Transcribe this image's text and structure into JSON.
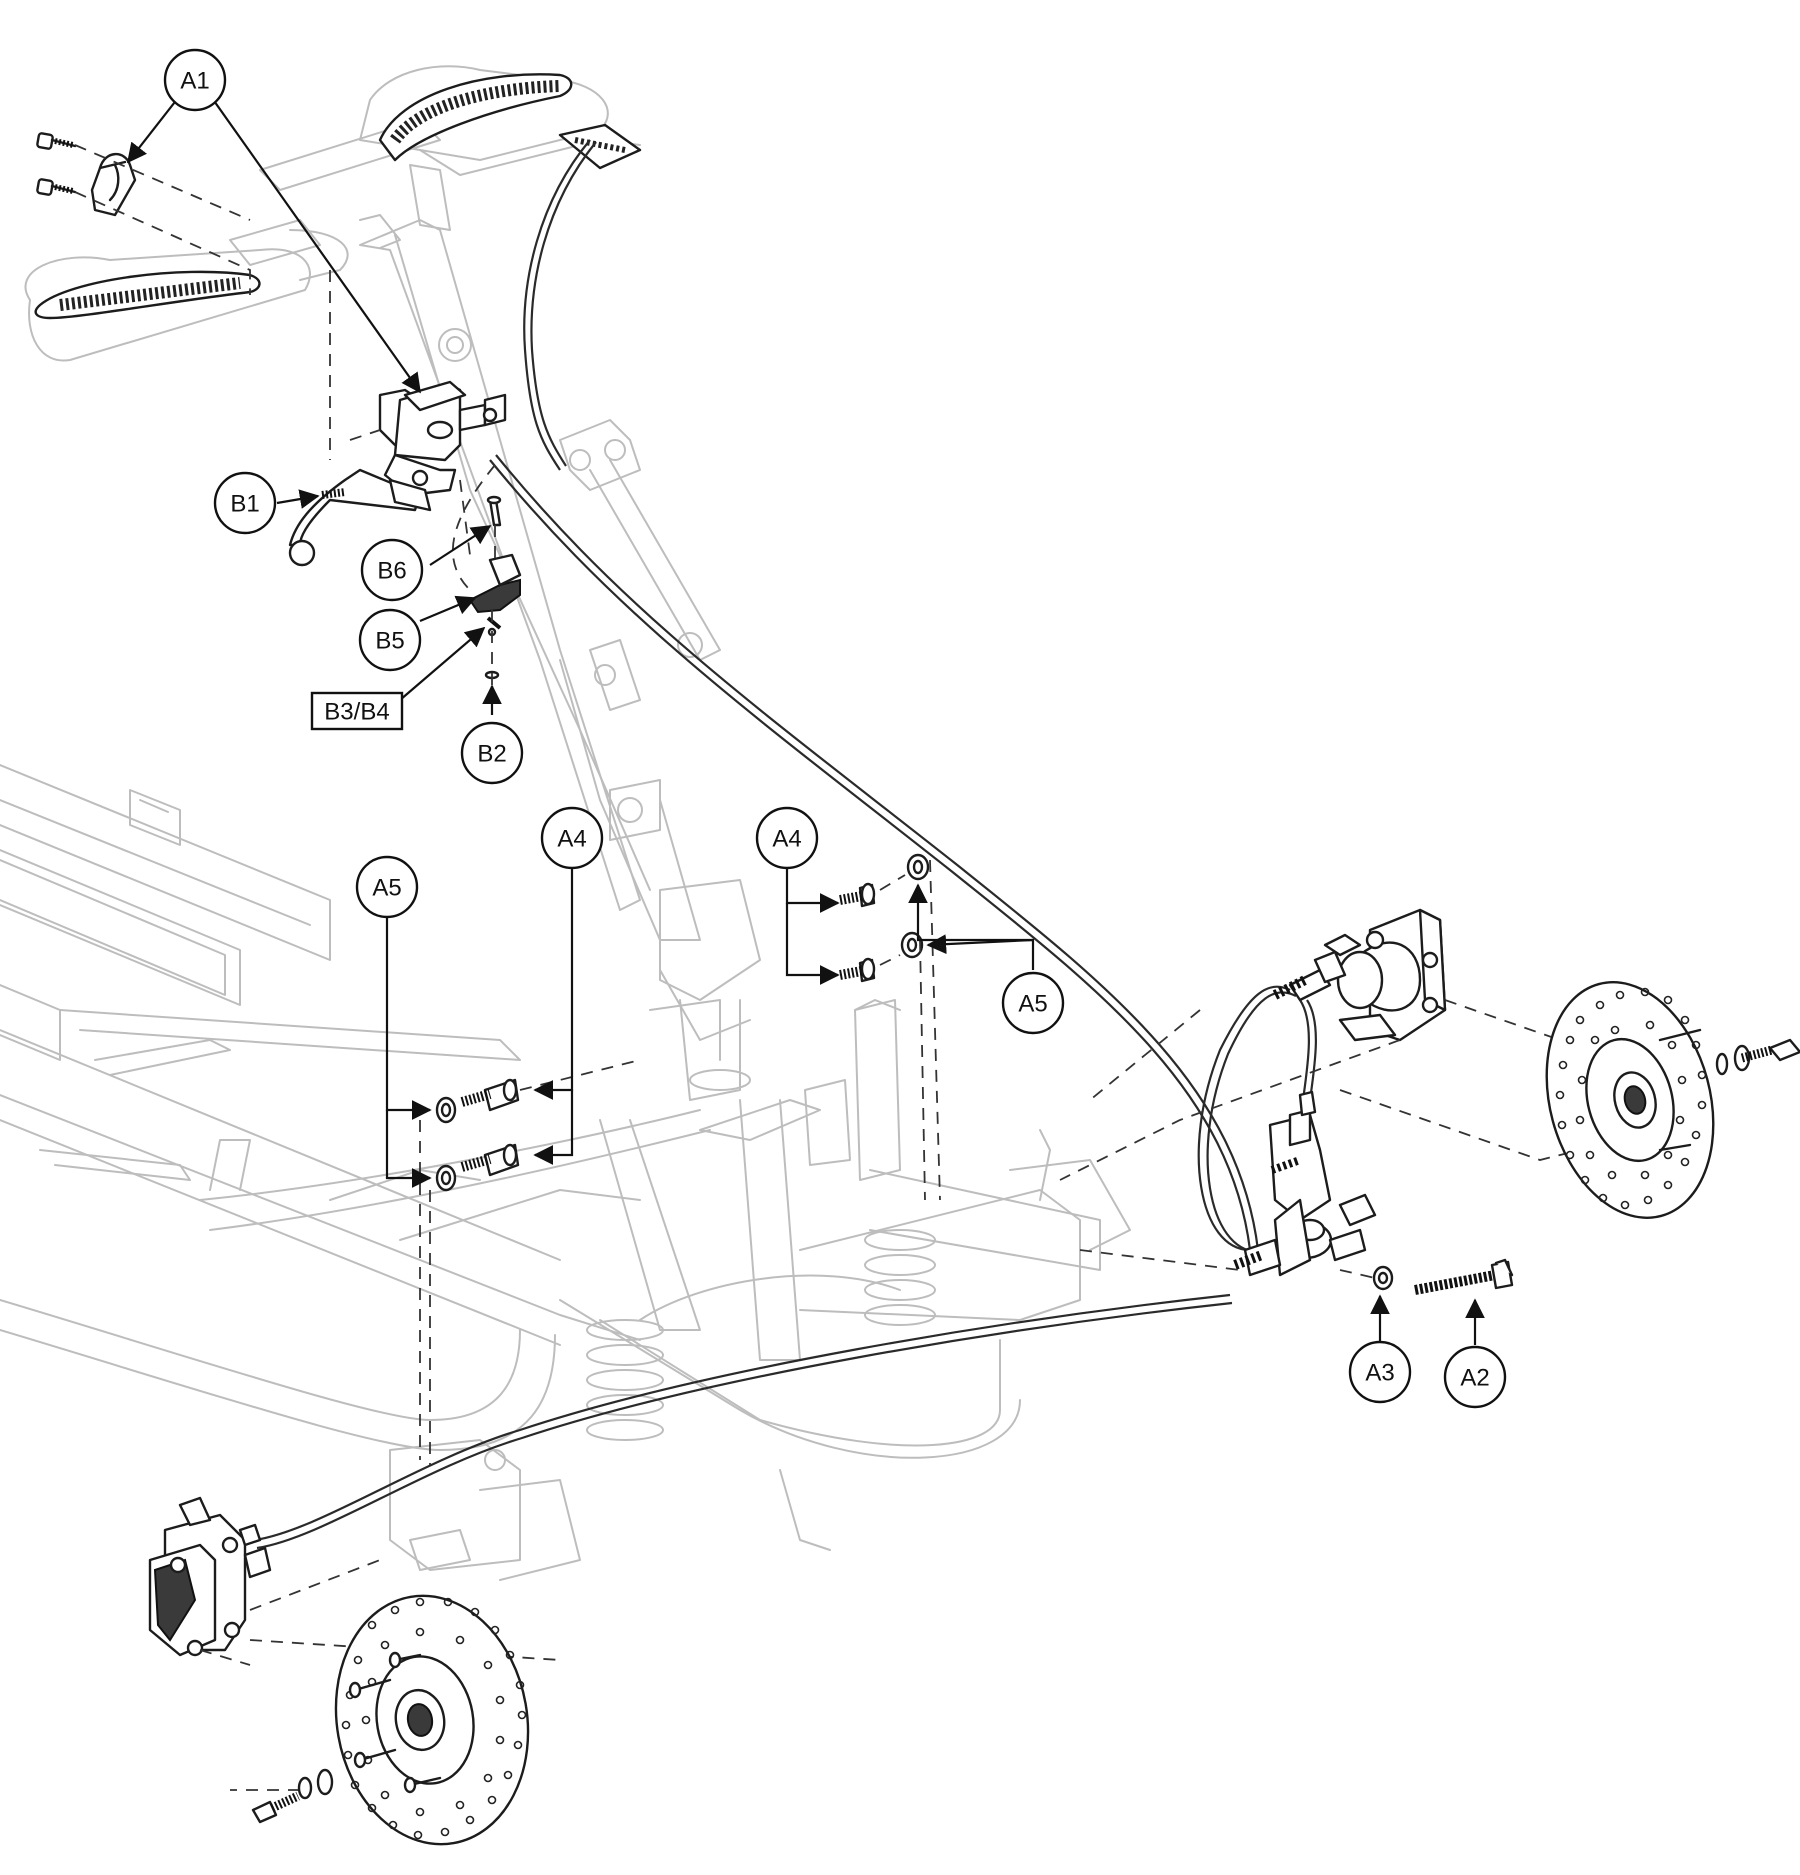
{
  "callouts": {
    "a1": "A1",
    "b1": "B1",
    "b6": "B6",
    "b5": "B5",
    "b3b4": "B3/B4",
    "b2": "B2",
    "a4_left": "A4",
    "a5_left": "A5",
    "a4_right": "A4",
    "a5_right": "A5",
    "a3": "A3",
    "a2": "A2"
  },
  "colors": {
    "line": "#1c1c1c",
    "ghost": "#bdbdbd",
    "background": "#ffffff"
  }
}
